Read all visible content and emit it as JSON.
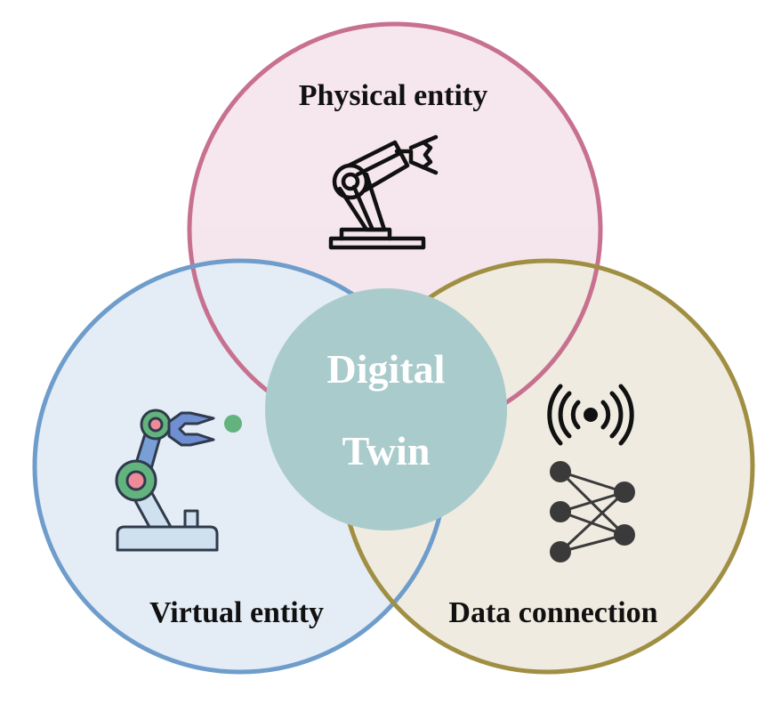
{
  "diagram": {
    "title": "",
    "center": {
      "line1": "Digital",
      "line2": "Twin"
    },
    "circles": [
      {
        "label": "Physical entity",
        "icon": "robot-arm-outline-icon"
      },
      {
        "label": "Virtual entity",
        "icon": "robot-arm-color-icon"
      },
      {
        "label": "Data connection",
        "icon": "network-signal-icon"
      }
    ]
  },
  "colors": {
    "physical_fill": "#f3dfe8",
    "physical_stroke": "#c8708f",
    "virtual_fill": "#dde7f3",
    "virtual_stroke": "#6f9dcb",
    "data_fill": "#ebe6d9",
    "data_stroke": "#a08f43",
    "center_fill": "#a9cbcc",
    "outline_icon": "#111111",
    "network_icon": "#3a3a3a"
  }
}
